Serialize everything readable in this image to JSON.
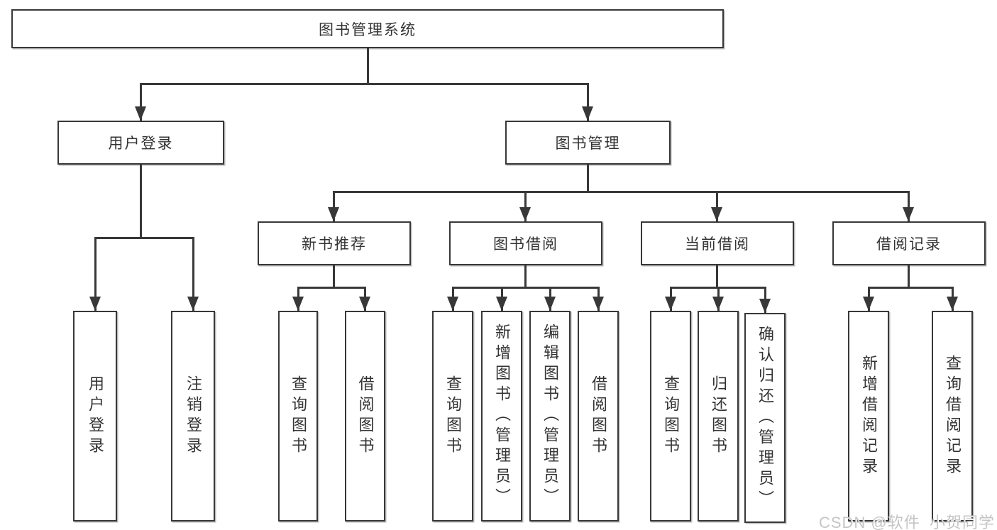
{
  "tree": {
    "root": {
      "label": "图书管理系统"
    },
    "login": {
      "label": "用户登录",
      "children": [
        "用户登录",
        "注销登录"
      ]
    },
    "mgmt": {
      "label": "图书管理",
      "groups": [
        {
          "label": "新书推荐",
          "children": [
            "查询图书",
            "借阅图书"
          ]
        },
        {
          "label": "图书借阅",
          "children": [
            "查询图书",
            "新增图书（管理员）",
            "编辑图书（管理员）",
            "借阅图书"
          ]
        },
        {
          "label": "当前借阅",
          "children": [
            "查询图书",
            "归还图书",
            "确认归还（管理员）"
          ]
        },
        {
          "label": "借阅记录",
          "children": [
            "新增借阅记录",
            "查询借阅记录"
          ]
        }
      ]
    }
  },
  "watermark": {
    "text": "CSDN @软件_小贺同学"
  },
  "colors": {
    "line": "#383838",
    "text": "#333333",
    "watermark": "#c5c5c5",
    "background": "#ffffff"
  }
}
